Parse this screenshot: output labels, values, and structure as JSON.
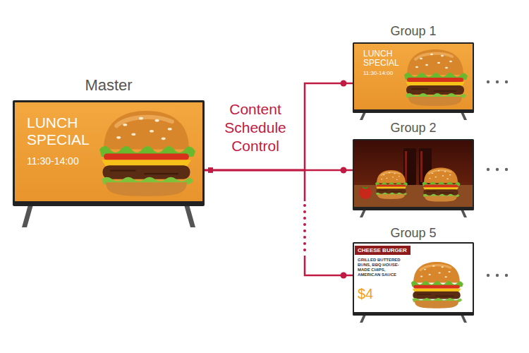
{
  "diagram": {
    "nodes": [
      {
        "text": [
          "Master",
          "LUNCH SPECIAL",
          "11:30-14:00"
        ]
      },
      {
        "text": [
          "Group 1",
          "LUNCH SPECIAL",
          "11:30-14:00"
        ]
      },
      {
        "text": [
          "Group 2"
        ]
      },
      {
        "text": [
          "Group 5",
          "CHEESE BURGER",
          "GRILLED BUTTERED BUNS, BBQ HOUSE-MADE CHIPS, AMERICAN SAUCE",
          "$4"
        ]
      }
    ],
    "edges": [
      {
        "from": 0,
        "to": 1,
        "arrow": "none"
      },
      {
        "from": 0,
        "to": 2,
        "arrow": "none",
        "label": "Content Schedule Control"
      },
      {
        "from": 0,
        "to": 3,
        "arrow": "none"
      }
    ]
  }
}
